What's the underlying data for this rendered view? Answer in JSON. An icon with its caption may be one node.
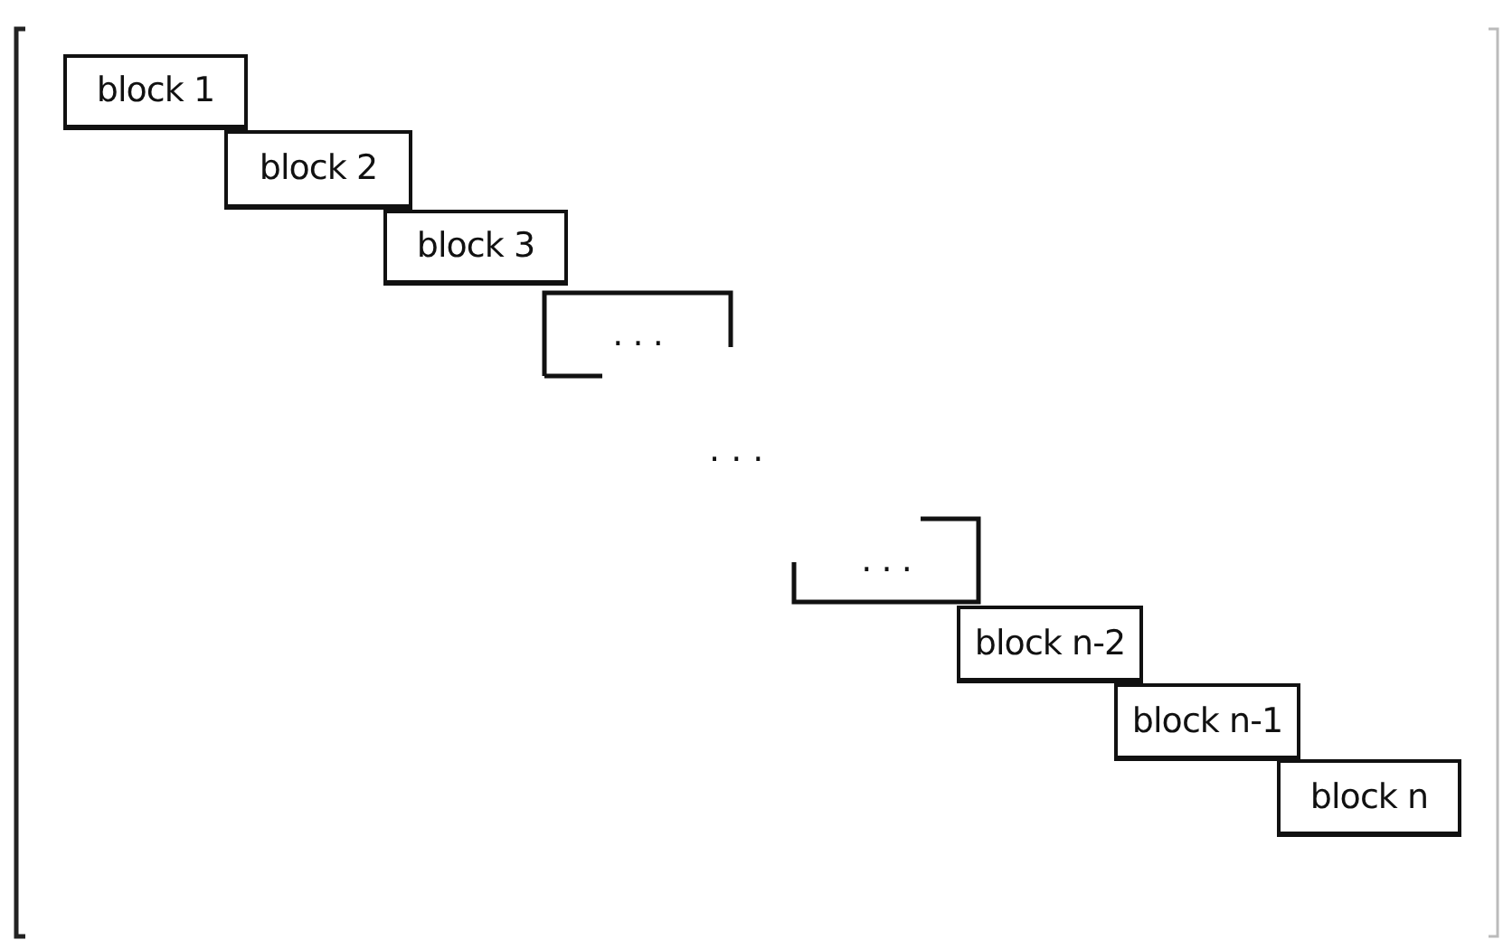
{
  "diagram": {
    "nodes": [
      {
        "text": [
          "block 1"
        ]
      },
      {
        "text": [
          "block 2"
        ]
      },
      {
        "text": [
          "block 3"
        ]
      },
      {
        "text": [
          ". . ."
        ]
      },
      {
        "text": [
          ". . ."
        ]
      },
      {
        "text": [
          "block n-2"
        ]
      },
      {
        "text": [
          "block n-1"
        ]
      },
      {
        "text": [
          "block n"
        ]
      }
    ],
    "labels": [
      ". . ."
    ]
  }
}
